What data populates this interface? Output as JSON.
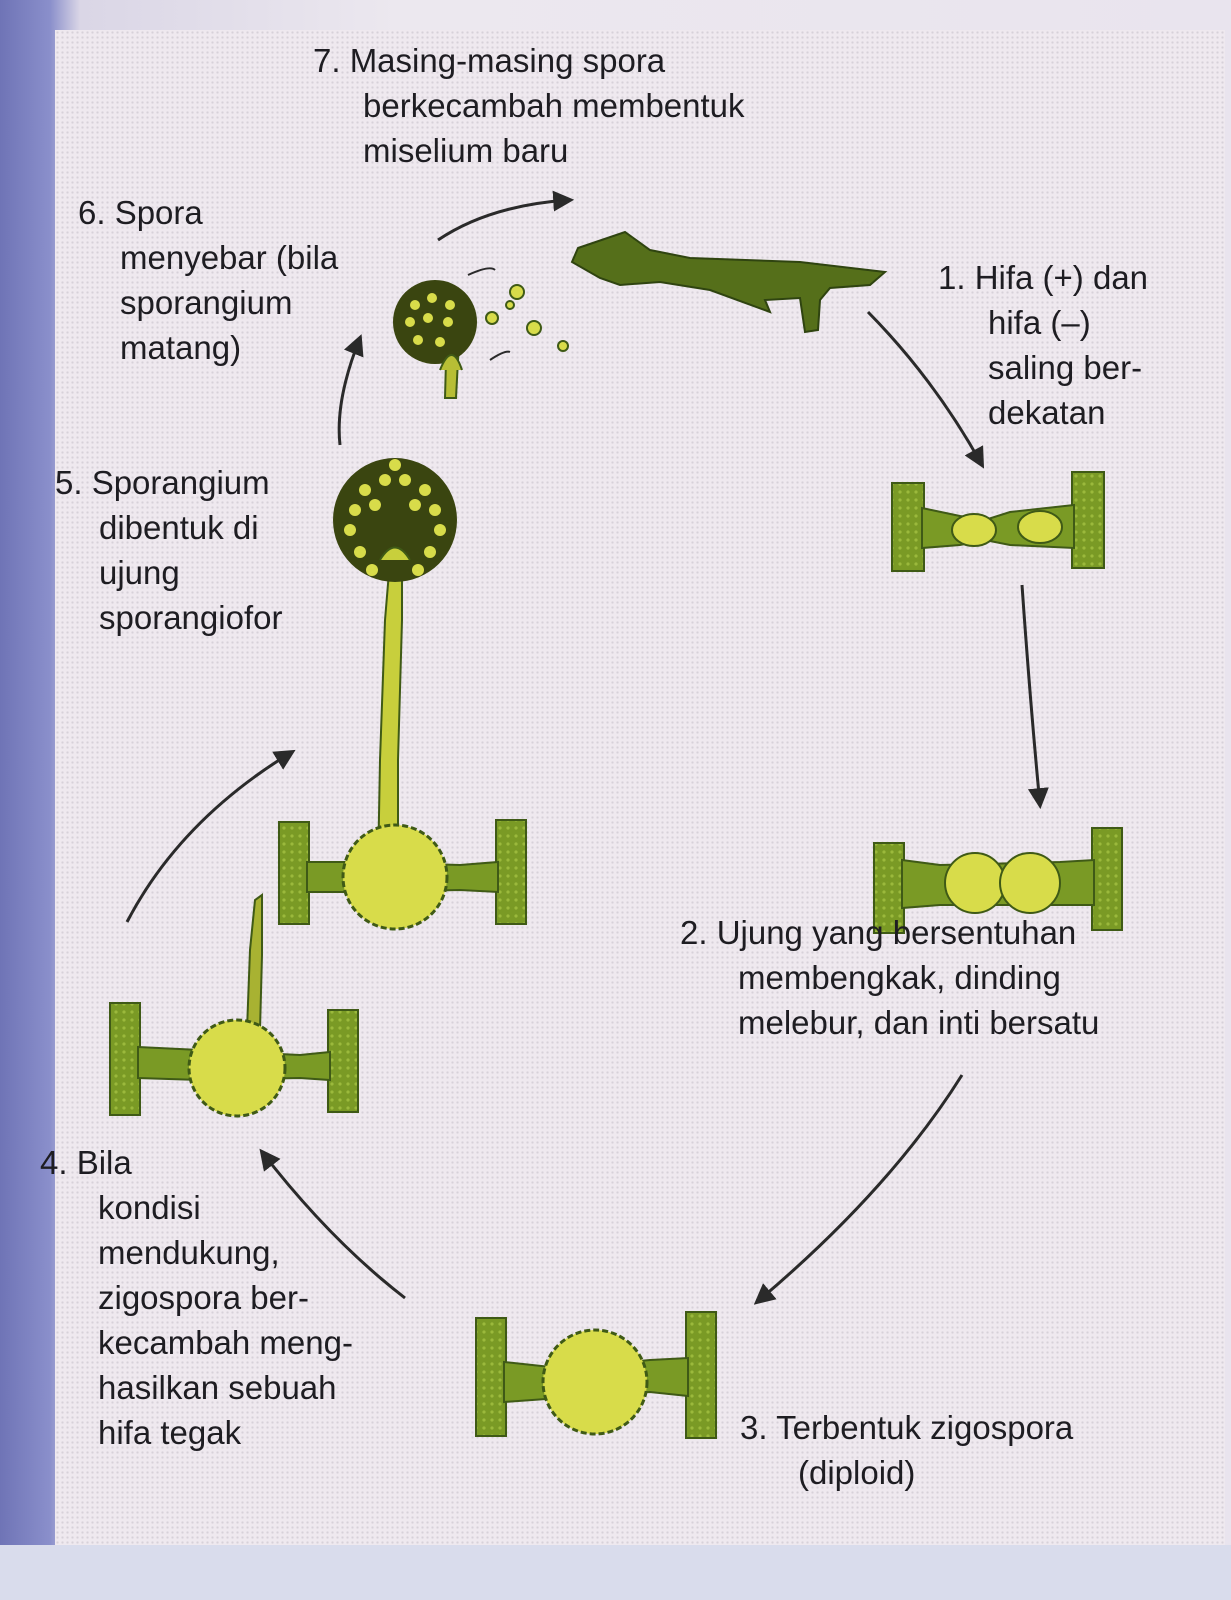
{
  "diagram": {
    "steps": [
      {
        "id": 1,
        "lines": [
          "1.  Hifa (+) dan",
          "hifa (–)",
          "saling ber-",
          "dekatan"
        ]
      },
      {
        "id": 2,
        "lines": [
          "2.  Ujung yang bersentuhan",
          "membengkak, dinding",
          "melebur, dan inti bersatu"
        ]
      },
      {
        "id": 3,
        "lines": [
          "3.  Terbentuk zigospora",
          "(diploid)"
        ]
      },
      {
        "id": 4,
        "lines": [
          "4.  Bila",
          "kondisi",
          "mendukung,",
          "zigospora ber-",
          "kecambah meng-",
          "hasilkan sebuah",
          "hifa tegak"
        ]
      },
      {
        "id": 5,
        "lines": [
          "5. Sporangium",
          "dibentuk di",
          "ujung",
          "sporangiofor"
        ]
      },
      {
        "id": 6,
        "lines": [
          "6. Spora",
          "menyebar (bila",
          "sporangium",
          "matang)"
        ]
      },
      {
        "id": 7,
        "lines": [
          "7.  Masing-masing spora",
          "berkecambah membentuk",
          "miselium baru"
        ]
      }
    ],
    "colors": {
      "hypha_green": "#6f8f1f",
      "hypha_dark": "#3f5a16",
      "spore_yellow": "#d8dc4a",
      "arrow": "#2a2a2a"
    }
  }
}
